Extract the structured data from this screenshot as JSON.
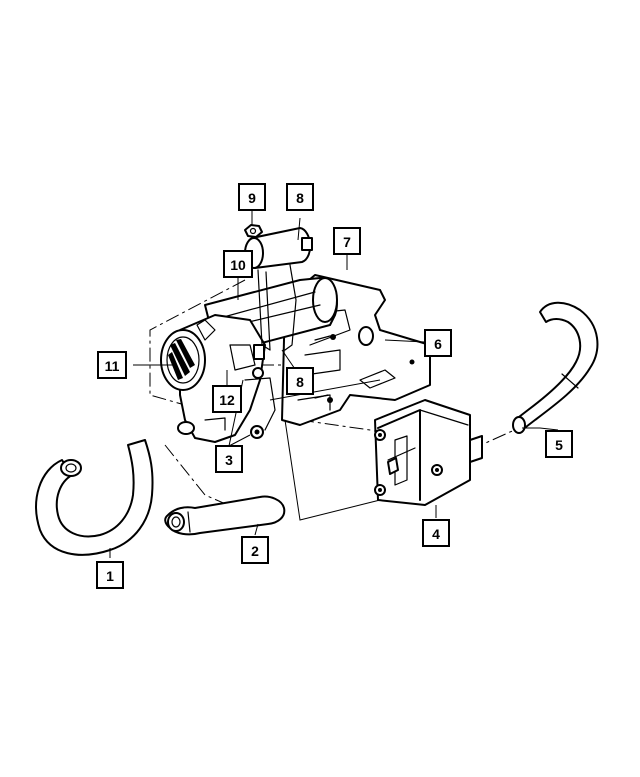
{
  "callouts": [
    {
      "id": "callout-1",
      "text": "1"
    },
    {
      "id": "callout-2",
      "text": "2"
    },
    {
      "id": "callout-3",
      "text": "3"
    },
    {
      "id": "callout-4",
      "text": "4"
    },
    {
      "id": "callout-5",
      "text": "5"
    },
    {
      "id": "callout-6",
      "text": "6"
    },
    {
      "id": "callout-7",
      "text": "7"
    },
    {
      "id": "callout-8-top",
      "text": "8"
    },
    {
      "id": "callout-8-mid",
      "text": "8"
    },
    {
      "id": "callout-9",
      "text": "9"
    },
    {
      "id": "callout-10",
      "text": "10"
    },
    {
      "id": "callout-11",
      "text": "11"
    },
    {
      "id": "callout-12",
      "text": "12"
    }
  ],
  "colors": {
    "line": "#000000",
    "background": "#ffffff"
  }
}
